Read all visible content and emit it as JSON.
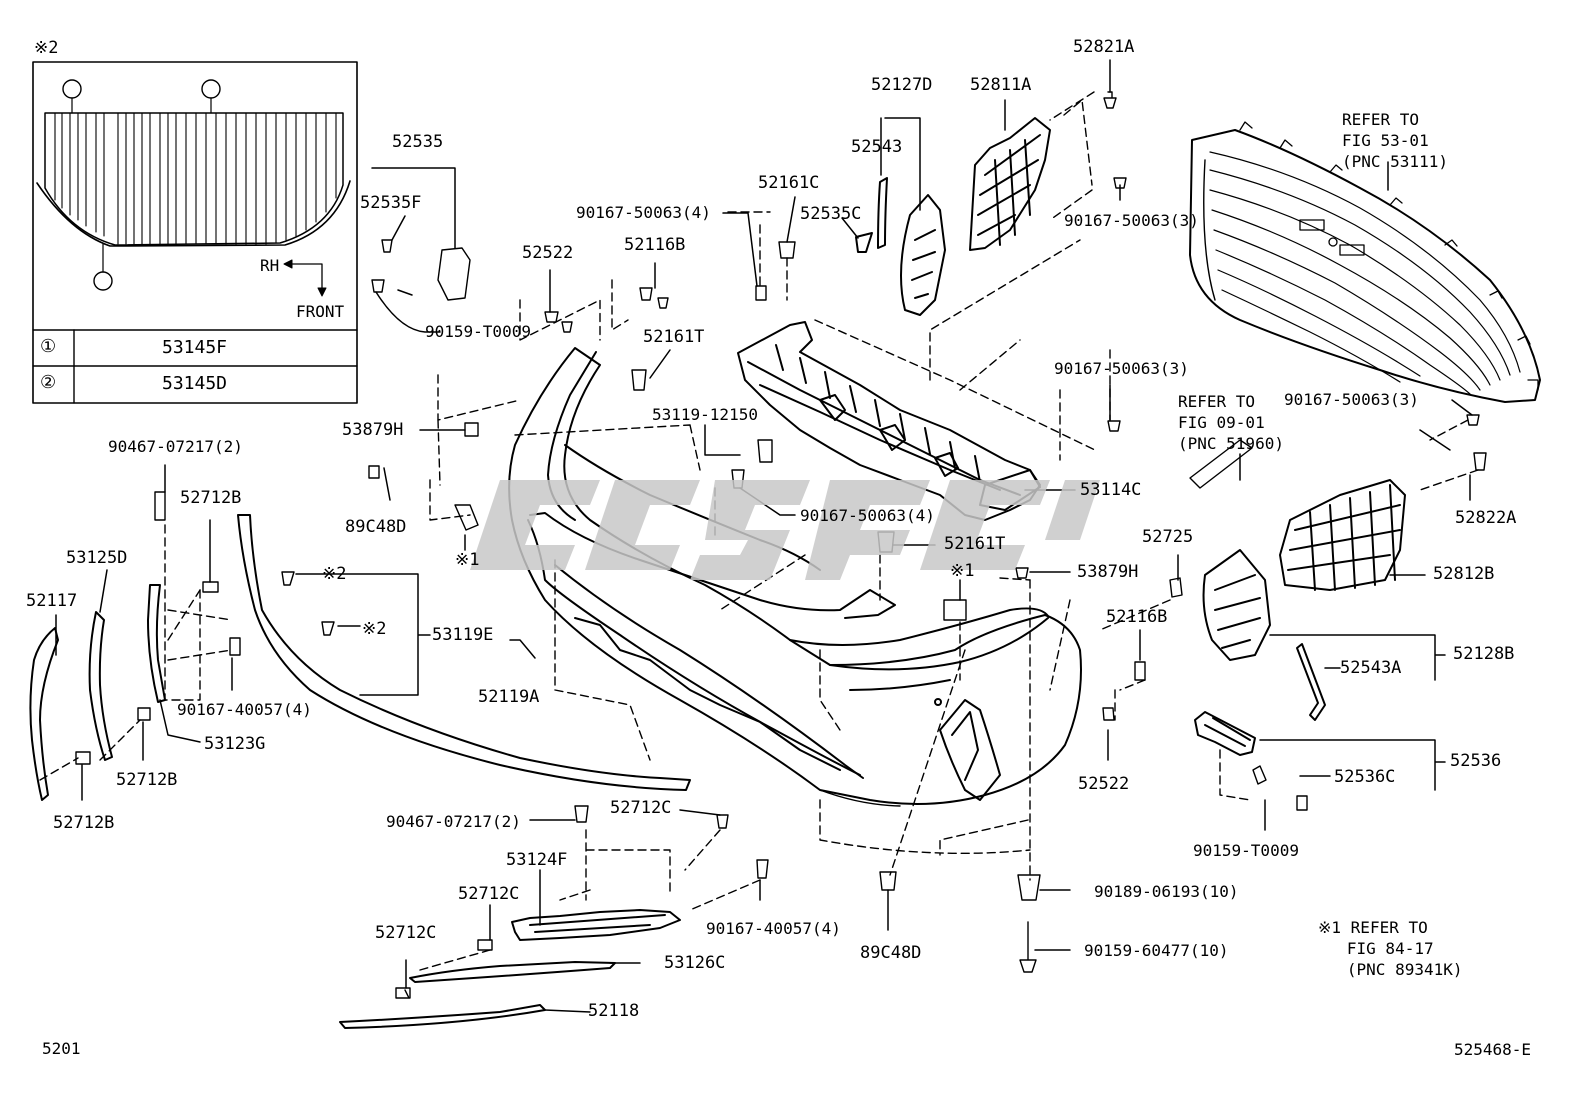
{
  "inset": {
    "ref_mark": "※2",
    "callout_a": "①",
    "callout_b": "②",
    "dir_rh": "RH",
    "dir_front": "FRONT",
    "rows": [
      {
        "key": "①",
        "part": "53145F"
      },
      {
        "key": "②",
        "part": "53145D"
      }
    ]
  },
  "labels": {
    "p52535": "52535",
    "p52535F": "52535F",
    "p90159T0009a": "90159-T0009",
    "p52522a": "52522",
    "p52116Ba": "52116B",
    "p52161Ta": "52161T",
    "p90167_4a": "90167-50063(4)",
    "p52161C": "52161C",
    "p52127D": "52127D",
    "p52543": "52543",
    "p52535C": "52535C",
    "p52811A": "52811A",
    "p52821A": "52821A",
    "p90167_3a": "90167-50063(3)",
    "p90167_3b": "90167-50063(3)",
    "p90167_3c": "90167-50063(3)",
    "p53879Ha": "53879H",
    "p89C48Da": "89C48D",
    "x1a": "※1",
    "p53119_12150": "53119-12150",
    "p90167_4b": "90167-50063(4)",
    "p53114C": "53114C",
    "p52161Tb": "52161T",
    "x1b": "※1",
    "p53879Hb": "53879H",
    "p52725": "52725",
    "p52116Bb": "52116B",
    "p52822A": "52822A",
    "p52812B": "52812B",
    "p52128B": "52128B",
    "p52543A": "52543A",
    "p52536": "52536",
    "p52536C": "52536C",
    "p90159T0009b": "90159-T0009",
    "p52522b": "52522",
    "p90467a": "90467-07217(2)",
    "p52712Ba": "52712B",
    "p53125D": "53125D",
    "p52117": "52117",
    "p90167_40057a": "90167-40057(4)",
    "p53123G": "53123G",
    "p52712Bb": "52712B",
    "p52712Bc": "52712B",
    "x2a": "※2",
    "x2b": "※2",
    "p53119E": "53119E",
    "p52119A": "52119A",
    "p90467b": "90467-07217(2)",
    "p52712Ca": "52712C",
    "p53124F": "53124F",
    "p52712Cb": "52712C",
    "p90167_40057b": "90167-40057(4)",
    "p52712Cc": "52712C",
    "p53126C": "53126C",
    "p52118": "52118",
    "p89C48Db": "89C48D",
    "p90189": "90189-06193(10)",
    "p90159_60477": "90159-60477(10)",
    "page_code": "5201",
    "drawing_no": "525468-E"
  },
  "refs": {
    "grille": "REFER TO\nFIG 53-01\n(PNC 53111)",
    "hood": "REFER TO\nFIG 09-01\n(PNC 51960)",
    "sensor": "※1 REFER TO\n   FIG 84-17\n   (PNC 89341K)"
  }
}
